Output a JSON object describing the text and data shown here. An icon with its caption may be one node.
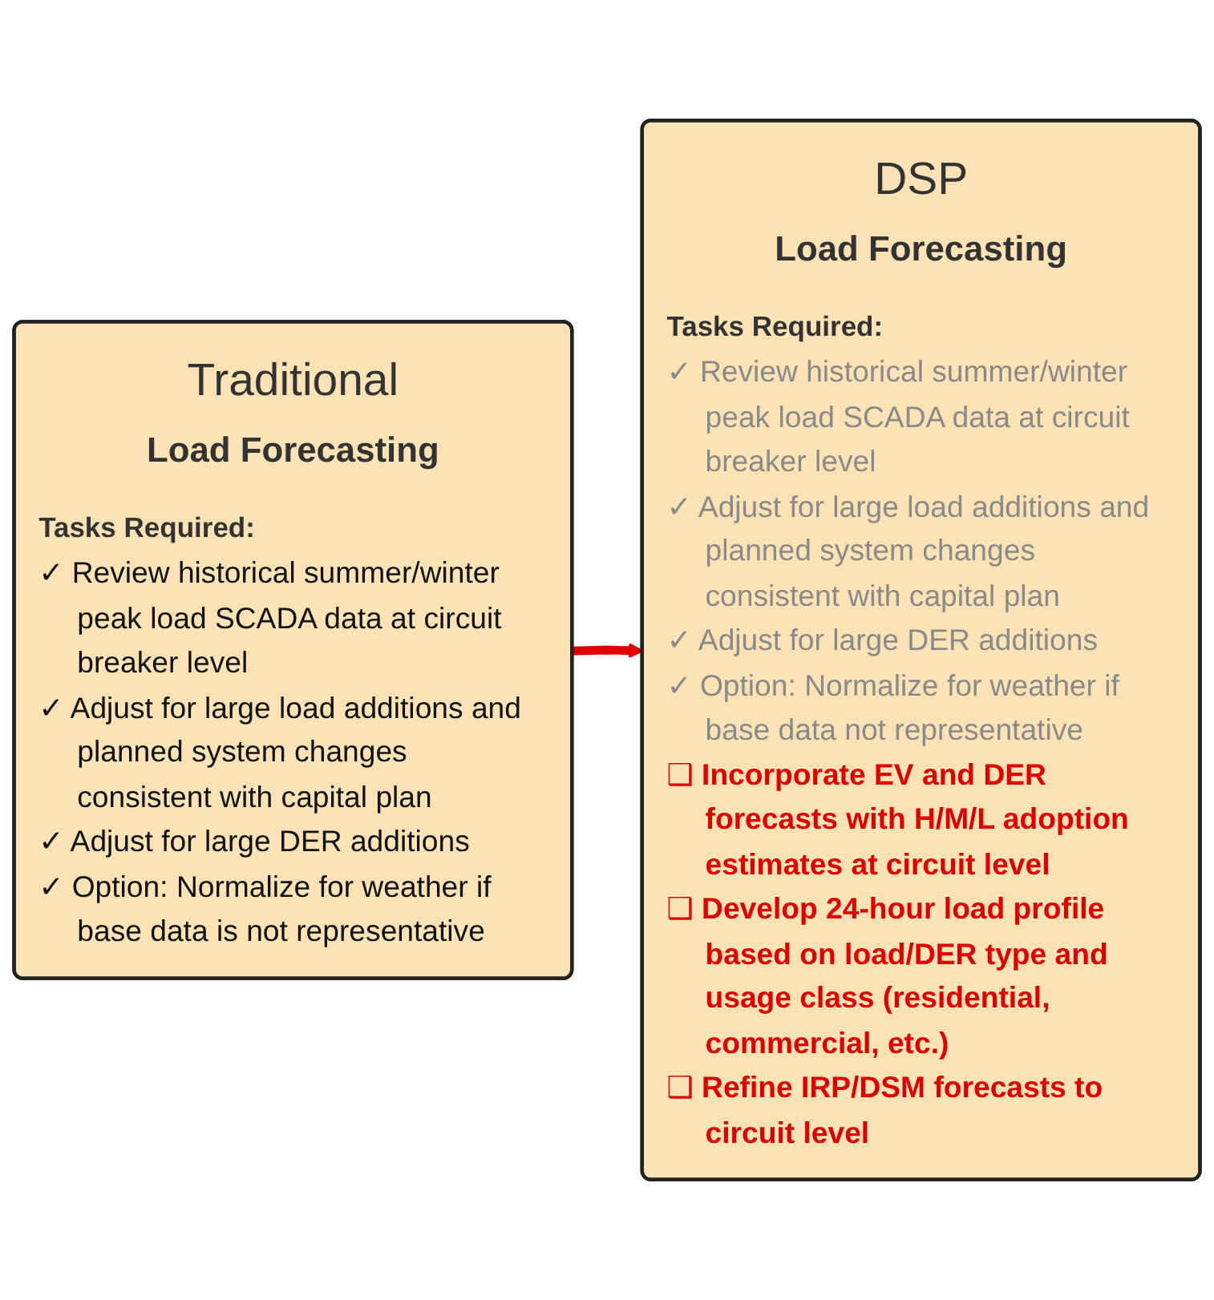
{
  "diagram": {
    "nodes": [
      {
        "text": [
          "Traditional",
          "Load Forecasting",
          "Tasks Required:",
          "✓ Review historical summer/winter peak load SCADA data at circuit breaker level",
          "✓ Adjust for large load additions and planned system changes consistent with capital plan",
          "✓ Adjust for large DER additions",
          "✓ Option: Normalize for weather if base data is not representative"
        ]
      },
      {
        "text": [
          "DSP",
          "Load Forecasting",
          "Tasks Required:",
          "✓ Review historical summer/winter peak load SCADA data at circuit breaker level",
          "✓ Adjust for large load additions and planned system changes consistent with capital plan",
          "✓ Adjust for large DER additions",
          "✓ Option: Normalize for weather if base data not representative",
          "❑ Incorporate EV and DER forecasts with H/M/L adoption estimates at circuit level",
          "❑ Develop 24-hour load profile based on load/DER type and usage class (residential, commercial, etc.)",
          "❑ Refine IRP/DSM forecasts to circuit level"
        ]
      }
    ],
    "edges": [
      {
        "from": 0,
        "to": 1,
        "arrow": "to",
        "color": "#e00000"
      }
    ]
  }
}
